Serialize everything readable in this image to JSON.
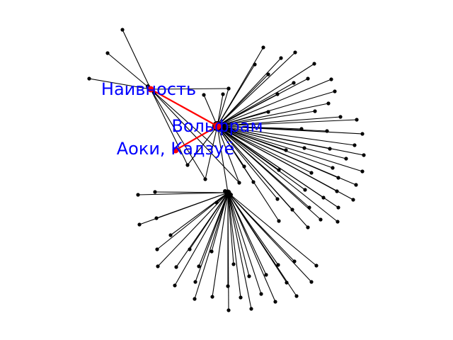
{
  "labels": {
    "wolfram": "Вольфрам",
    "naivety": "Наивность",
    "aoki": "Аоки, Кадзуё"
  },
  "colors": {
    "edge": "#000000",
    "node": "#000000",
    "highlight": "#ff0000",
    "label": "#0000ff"
  }
}
